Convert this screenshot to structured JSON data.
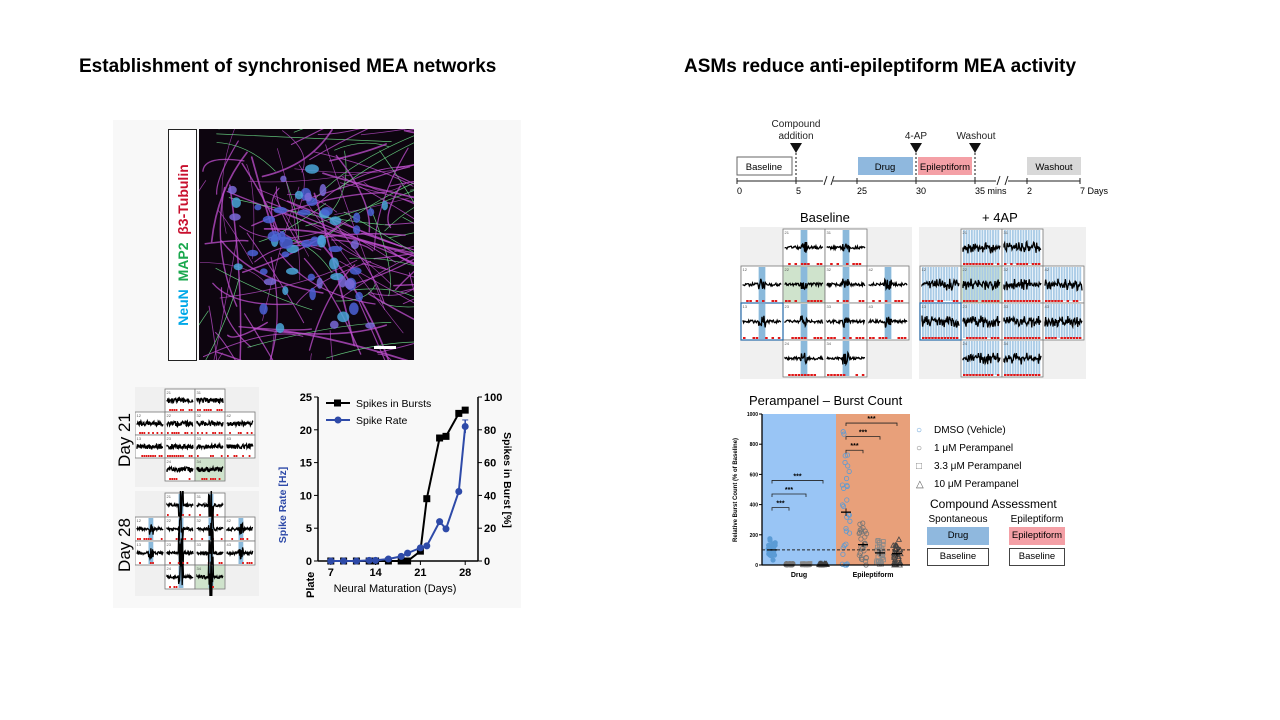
{
  "left_panel": {
    "title": "Establishment of synchronised MEA networks",
    "stain_labels": [
      {
        "text": "NeuN",
        "color": "#00a8e8"
      },
      {
        "text": "MAP2",
        "color": "#1aa84e"
      },
      {
        "text": "β3-Tubulin",
        "color": "#c8102e"
      }
    ],
    "mea_day_labels": [
      "Day 21",
      "Day 28"
    ]
  },
  "right_panel": {
    "title": "ASMs reduce anti-epileptiform MEA activity",
    "timeline": {
      "arrows": [
        "Compound addition",
        "4-AP",
        "Washout"
      ],
      "boxes": [
        {
          "label": "Baseline",
          "color": "#ffffff"
        },
        {
          "label": "Drug",
          "color": "#8fb8de"
        },
        {
          "label": "Epileptiform",
          "color": "#f4a0a6"
        },
        {
          "label": "Washout",
          "color": "#d8d8d8"
        }
      ],
      "ticks": [
        "0",
        "5",
        "25",
        "30",
        "35 mins",
        "2",
        "7 Days"
      ]
    },
    "mea_labels": [
      "Baseline",
      "+ 4AP"
    ],
    "well_numbers_baseline": [
      "21",
      "31",
      "12",
      "22",
      "32",
      "42",
      "13",
      "23",
      "33",
      "43",
      "24",
      "34"
    ],
    "legend": [
      {
        "symbol": "○",
        "label": "DMSO (Vehicle)",
        "color": "#5b9bd5"
      },
      {
        "symbol": "○",
        "label": "1 μM Perampanel",
        "color": "#777777"
      },
      {
        "symbol": "□",
        "label": "3.3 μM Perampanel",
        "color": "#777777"
      },
      {
        "symbol": "△",
        "label": "10 μM Perampanel",
        "color": "#555555"
      }
    ],
    "compound_assessment": {
      "title": "Compound  Assessment",
      "columns": [
        {
          "header": "Spontaneous",
          "top": "Drug",
          "top_color": "#8fb8de",
          "bottom": "Baseline"
        },
        {
          "header": "Epileptiform",
          "top": "Epileptiform",
          "top_color": "#f4a0a6",
          "bottom": "Baseline"
        }
      ]
    }
  },
  "chart_data": [
    {
      "type": "line",
      "title": "",
      "xlabel": "Neural Maturation (Days)",
      "ylabel": "Spike Rate [Hz]",
      "y2label": "Spikes in Burst [%]",
      "x_extra_label": "Plate",
      "xlim": [
        5,
        30
      ],
      "ylim": [
        0,
        25
      ],
      "y2lim": [
        0,
        100
      ],
      "xticks": [
        7,
        14,
        21,
        28
      ],
      "yticks": [
        0,
        5,
        10,
        15,
        20,
        25
      ],
      "y2ticks": [
        0,
        20,
        40,
        60,
        80,
        100
      ],
      "legend_position": "top-left",
      "series": [
        {
          "name": "Spikes in Bursts",
          "axis": "right",
          "color": "#000000",
          "marker": "square",
          "x": [
            7,
            9,
            11,
            13,
            14,
            16,
            18,
            19,
            21,
            22,
            24,
            25,
            27,
            28
          ],
          "values": [
            0,
            0,
            0,
            0,
            0,
            0,
            0,
            0,
            6,
            38,
            75,
            76,
            90,
            92
          ]
        },
        {
          "name": "Spike Rate",
          "axis": "left",
          "color": "#2e4aa8",
          "marker": "circle",
          "x": [
            7,
            9,
            11,
            13,
            14,
            16,
            18,
            19,
            21,
            22,
            24,
            25,
            27,
            28
          ],
          "values": [
            0,
            0,
            0,
            0.1,
            0.1,
            0.3,
            0.7,
            1.2,
            2.0,
            2.3,
            6.0,
            4.9,
            10.6,
            20.5
          ],
          "error_last": 1.0
        }
      ]
    },
    {
      "type": "scatter",
      "title": "Perampanel – Burst Count",
      "xlabel": "",
      "ylabel": "Relative Burst Count (% of Baseline)",
      "ylim": [
        0,
        1000
      ],
      "yticks": [
        0,
        200,
        400,
        600,
        800,
        1000
      ],
      "categories": [
        "Drug",
        "Epileptiform"
      ],
      "category_colors": [
        "#99c5f5",
        "#e8a07a"
      ],
      "reference_line": 100,
      "series": [
        {
          "name": "DMSO (Vehicle)",
          "color": "#5b9bd5",
          "marker": "circle",
          "mean": [
            100,
            350
          ],
          "sem": [
            5,
            25
          ]
        },
        {
          "name": "1 μM Perampanel",
          "color": "#777777",
          "marker": "circle",
          "mean": [
            0,
            135
          ],
          "sem": [
            1,
            15
          ]
        },
        {
          "name": "3.3 μM Perampanel",
          "color": "#888888",
          "marker": "square",
          "mean": [
            0,
            80
          ],
          "sem": [
            1,
            20
          ]
        },
        {
          "name": "10 μM Perampanel",
          "color": "#444444",
          "marker": "triangle",
          "mean": [
            0,
            75
          ],
          "sem": [
            1,
            20
          ]
        }
      ],
      "significance": [
        {
          "category": "Drug",
          "from": 0,
          "to": 1,
          "label": "***"
        },
        {
          "category": "Drug",
          "from": 0,
          "to": 2,
          "label": "***"
        },
        {
          "category": "Drug",
          "from": 0,
          "to": 3,
          "label": "***"
        },
        {
          "category": "Epileptiform",
          "from": 0,
          "to": 1,
          "label": "***"
        },
        {
          "category": "Epileptiform",
          "from": 0,
          "to": 2,
          "label": "***"
        },
        {
          "category": "Epileptiform",
          "from": 0,
          "to": 3,
          "label": "***"
        }
      ]
    }
  ]
}
